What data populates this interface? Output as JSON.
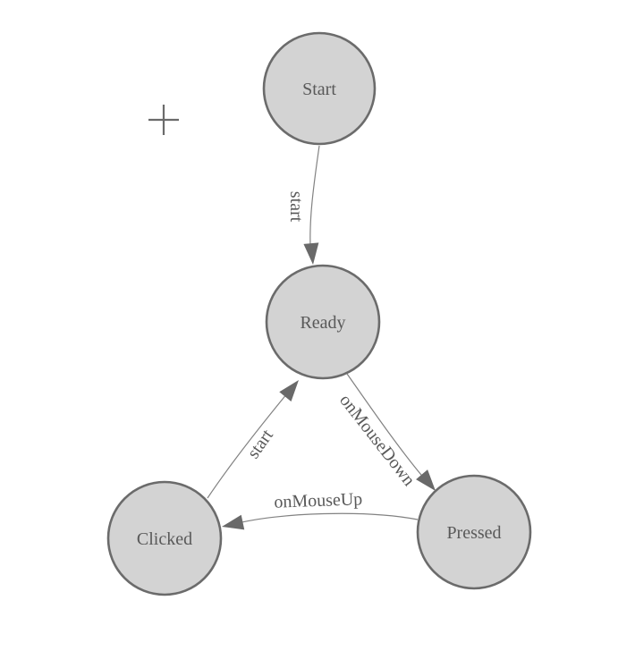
{
  "app": {
    "title": "State machine diagram editor canvas",
    "background_color": "#ffffff"
  },
  "colors": {
    "node_fill": "#d3d3d3",
    "node_border": "#6b6b6b",
    "edge_line": "#828282",
    "arrowhead": "#696969",
    "label_text": "#595959"
  },
  "icons": {
    "crosshair_cursor": "+"
  },
  "diagram": {
    "type": "state-machine",
    "nodes": [
      {
        "id": "start",
        "label": "Start"
      },
      {
        "id": "ready",
        "label": "Ready"
      },
      {
        "id": "clicked",
        "label": "Clicked"
      },
      {
        "id": "pressed",
        "label": "Pressed"
      }
    ],
    "edges": [
      {
        "from": "Start",
        "to": "Ready",
        "label": "start"
      },
      {
        "from": "Ready",
        "to": "Pressed",
        "label": "onMouseDown"
      },
      {
        "from": "Pressed",
        "to": "Clicked",
        "label": "onMouseUp"
      },
      {
        "from": "Clicked",
        "to": "Ready",
        "label": "start"
      }
    ]
  }
}
